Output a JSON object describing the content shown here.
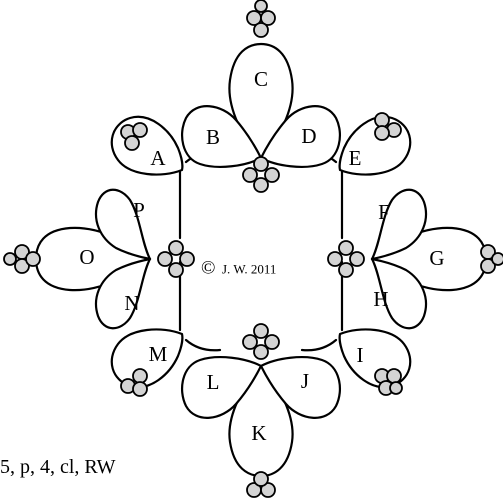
{
  "rings": [
    {
      "id": "A",
      "label": "A"
    },
    {
      "id": "B",
      "label": "B"
    },
    {
      "id": "C",
      "label": "C"
    },
    {
      "id": "D",
      "label": "D"
    },
    {
      "id": "E",
      "label": "E"
    },
    {
      "id": "F",
      "label": "F"
    },
    {
      "id": "G",
      "label": "G"
    },
    {
      "id": "H",
      "label": "H"
    },
    {
      "id": "I",
      "label": "I"
    },
    {
      "id": "J",
      "label": "J"
    },
    {
      "id": "K",
      "label": "K"
    },
    {
      "id": "L",
      "label": "L"
    },
    {
      "id": "M",
      "label": "M"
    },
    {
      "id": "N",
      "label": "N"
    },
    {
      "id": "O",
      "label": "O"
    },
    {
      "id": "P",
      "label": "P"
    }
  ],
  "copyright": {
    "symbol": "©",
    "text": "J. W. 2011"
  },
  "instruction_fragment": "5, p, 4, cl, RW",
  "colors": {
    "bead_fill": "#d4d4d4",
    "stroke": "#000000",
    "background": "#ffffff"
  }
}
